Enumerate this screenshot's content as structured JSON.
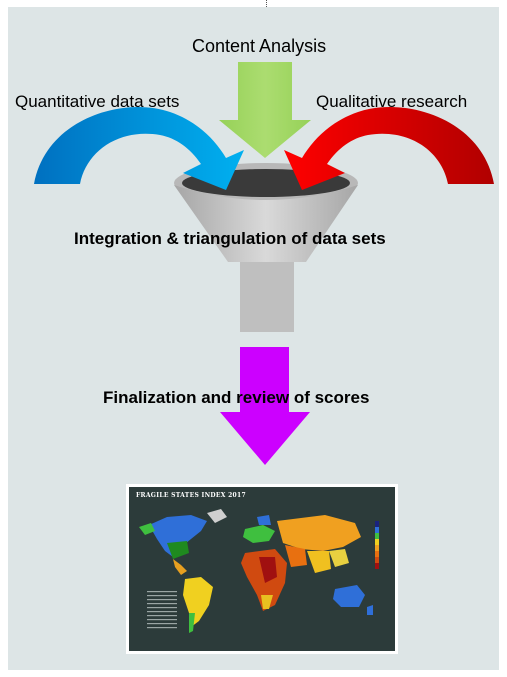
{
  "diagram": {
    "top_label": "Content Analysis",
    "left_label": "Quantitative data sets",
    "right_label": "Qualitative research",
    "funnel_label": "Integration & triangulation of data sets",
    "final_label": "Finalization and review of scores",
    "map_title": "FRAGILE STATES INDEX 2017",
    "colors": {
      "panel": "#dde5e6",
      "green_arrow": "#92d050",
      "blue_arrow": "#00b0f0",
      "blue_arrow_dark": "#0070c0",
      "red_arrow": "#ff0000",
      "red_arrow_dark": "#c00000",
      "funnel": "#bfbfbf",
      "magenta_arrow": "#cc00ff"
    },
    "icons": [
      "funnel-icon",
      "world-map-image"
    ]
  }
}
